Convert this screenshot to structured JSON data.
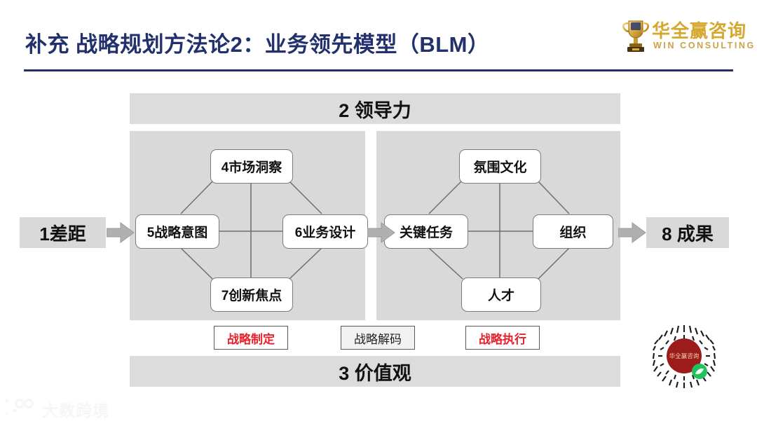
{
  "header": {
    "title": "补充 战略规划方法论2：业务领先模型（BLM）",
    "logo": {
      "cn": "华全赢咨询",
      "en": "WIN CONSULTING",
      "icon": "trophy-icon",
      "color": "#d6a830"
    },
    "title_color": "#22306b"
  },
  "model": {
    "top_bar": "2 领导力",
    "bottom_bar": "3 价值观",
    "left_end": "1差距",
    "right_end": "8 成果",
    "left_diamond": {
      "top": "4市场洞察",
      "left": "5战略意图",
      "right": "6业务设计",
      "bottom": "7创新焦点"
    },
    "right_diamond": {
      "top": "氛围文化",
      "left": "关键任务",
      "right": "组织",
      "bottom": "人才"
    },
    "phases": [
      {
        "label": "战略制定",
        "color": "#e8212b"
      },
      {
        "label": "战略解码",
        "color": "#222222"
      },
      {
        "label": "战略执行",
        "color": "#e8212b"
      }
    ]
  },
  "watermark": {
    "text": "大数跨境",
    "icon": "paw-logo-icon"
  },
  "qr": {
    "icon": "wechat-miniprogram-qr-icon",
    "center_color": "#9c1c1c",
    "badge_color": "#20c25a"
  }
}
